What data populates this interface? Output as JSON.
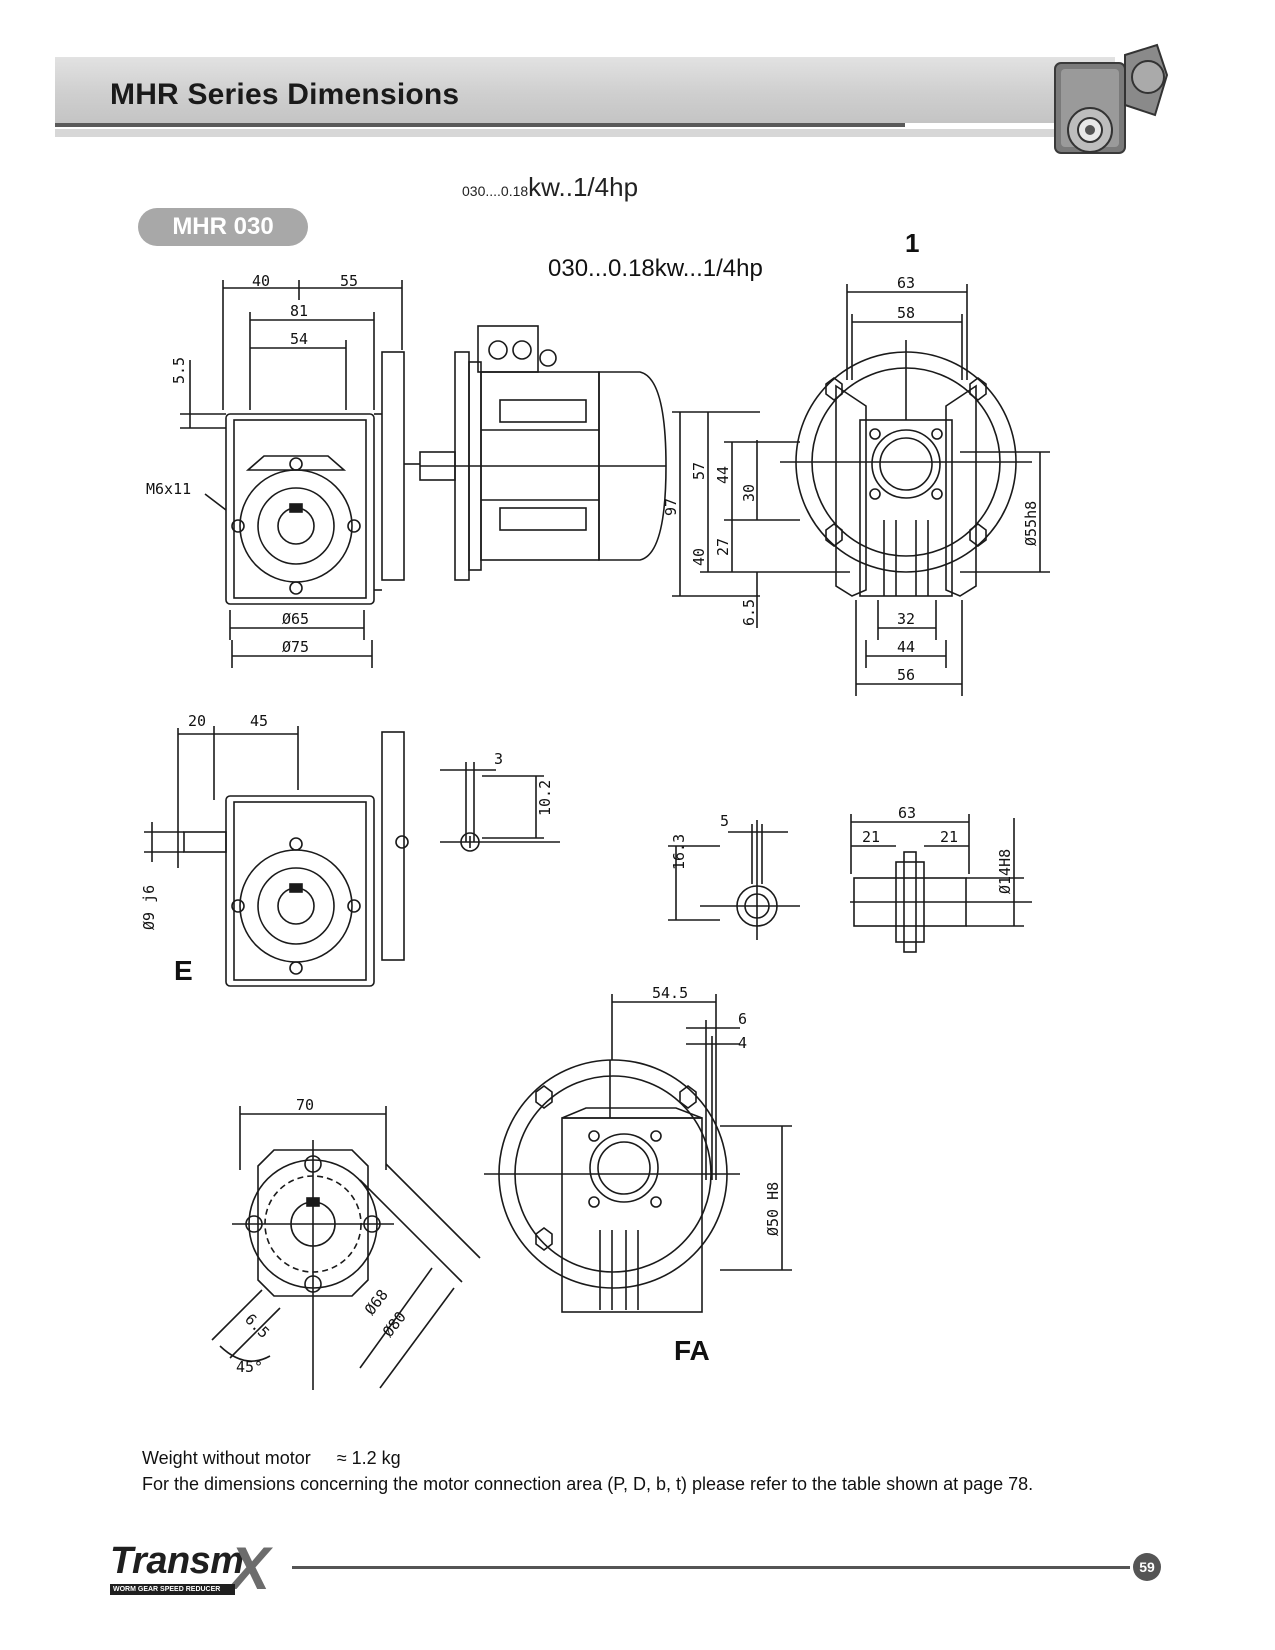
{
  "header": {
    "title": "MHR Series Dimensions",
    "image_label": "worm-gear-reducer-photo"
  },
  "subtitle": {
    "small_prefix": "030....0.18",
    "small_suffix": "kw..1/4hp",
    "large": "030...0.18kw...1/4hp"
  },
  "model_badge": "MHR 030",
  "view_marker": "1",
  "drawing_labels": {
    "main_view": [
      "40",
      "55",
      "81",
      "54",
      "5.5",
      "M6x11",
      "Ø65",
      "Ø75"
    ],
    "motor_view": [
      "97",
      "57",
      "44",
      "30",
      "40",
      "27",
      "6.5"
    ],
    "flange_view": [
      "63",
      "58",
      "Ø55h8",
      "32",
      "44",
      "56"
    ],
    "e_view": [
      "20",
      "45",
      "Ø9 j6",
      "E"
    ],
    "shaft_key": [
      "3",
      "10.2"
    ],
    "bore_key": [
      "5",
      "16.3"
    ],
    "hollow_shaft": [
      "63",
      "21",
      "21",
      "Ø14H8"
    ],
    "base_view": [
      "70",
      "Ø68",
      "Ø80",
      "6.5",
      "45°"
    ],
    "fa_view": [
      "54.5",
      "6",
      "4",
      "Ø50 H8",
      "FA"
    ]
  },
  "footer": {
    "weight_label": "Weight without motor",
    "weight_value": "≈  1.2 kg",
    "note": "For the dimensions concerning the motor connection area (P, D, b, t) please refer to the table shown at page 78."
  },
  "brand": {
    "name": "Transm",
    "name_x": "X",
    "tagline": "WORM GEAR SPEED REDUCER"
  },
  "page_number": "59"
}
